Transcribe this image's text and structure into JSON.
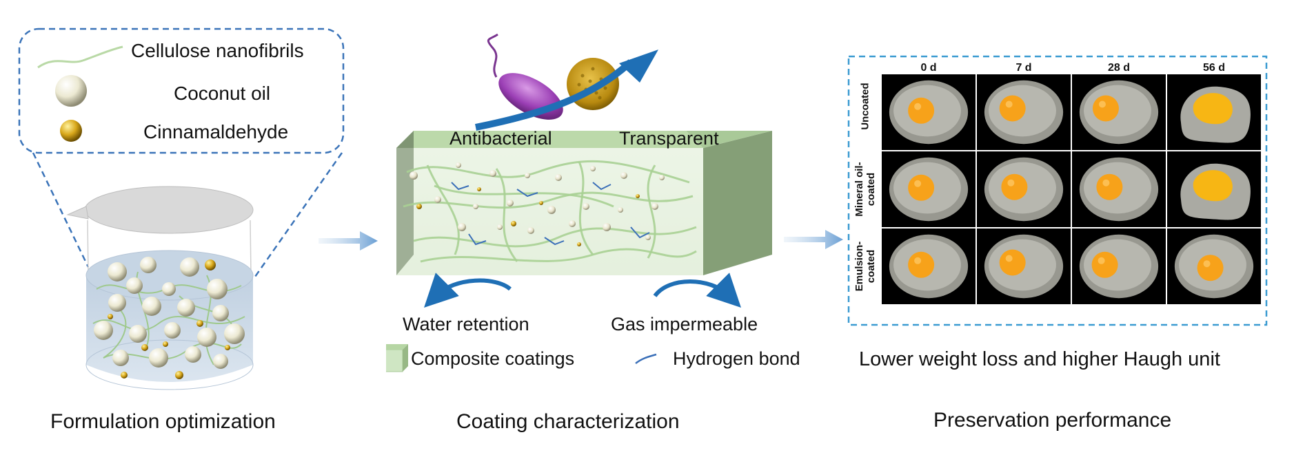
{
  "legend": {
    "fibrils": "Cellulose  nanofibrils",
    "oil": "Coconut oil",
    "cinnamaldehyde": "Cinnamaldehyde"
  },
  "coating": {
    "antibacterial": "Antibacterial",
    "transparent": "Transparent",
    "water_retention": "Water retention",
    "gas_impermeable": "Gas impermeable",
    "composite_coatings": "Composite coatings",
    "hydrogen_bond": "Hydrogen bond"
  },
  "preservation": {
    "days": [
      "0 d",
      "7 d",
      "28 d",
      "56 d"
    ],
    "rows": [
      "Uncoated",
      "Mineral oil-\ncoated",
      "Emulsion-\ncoated"
    ],
    "summary": "Lower weight loss and higher  Haugh unit"
  },
  "captions": {
    "formulation": "Formulation  optimization",
    "characterization": "Coating  characterization",
    "performance": "Preservation  performance"
  },
  "colors": {
    "dash_blue": "#3a73b8",
    "arrow_blue": "#1f6fb5",
    "fiber_green": "#b9d9a6",
    "coating_green": "#cfe6c3",
    "hydrogen_bond": "#3a6fb8",
    "yolk": "#f7a21a",
    "photo_bg": "#000000"
  }
}
